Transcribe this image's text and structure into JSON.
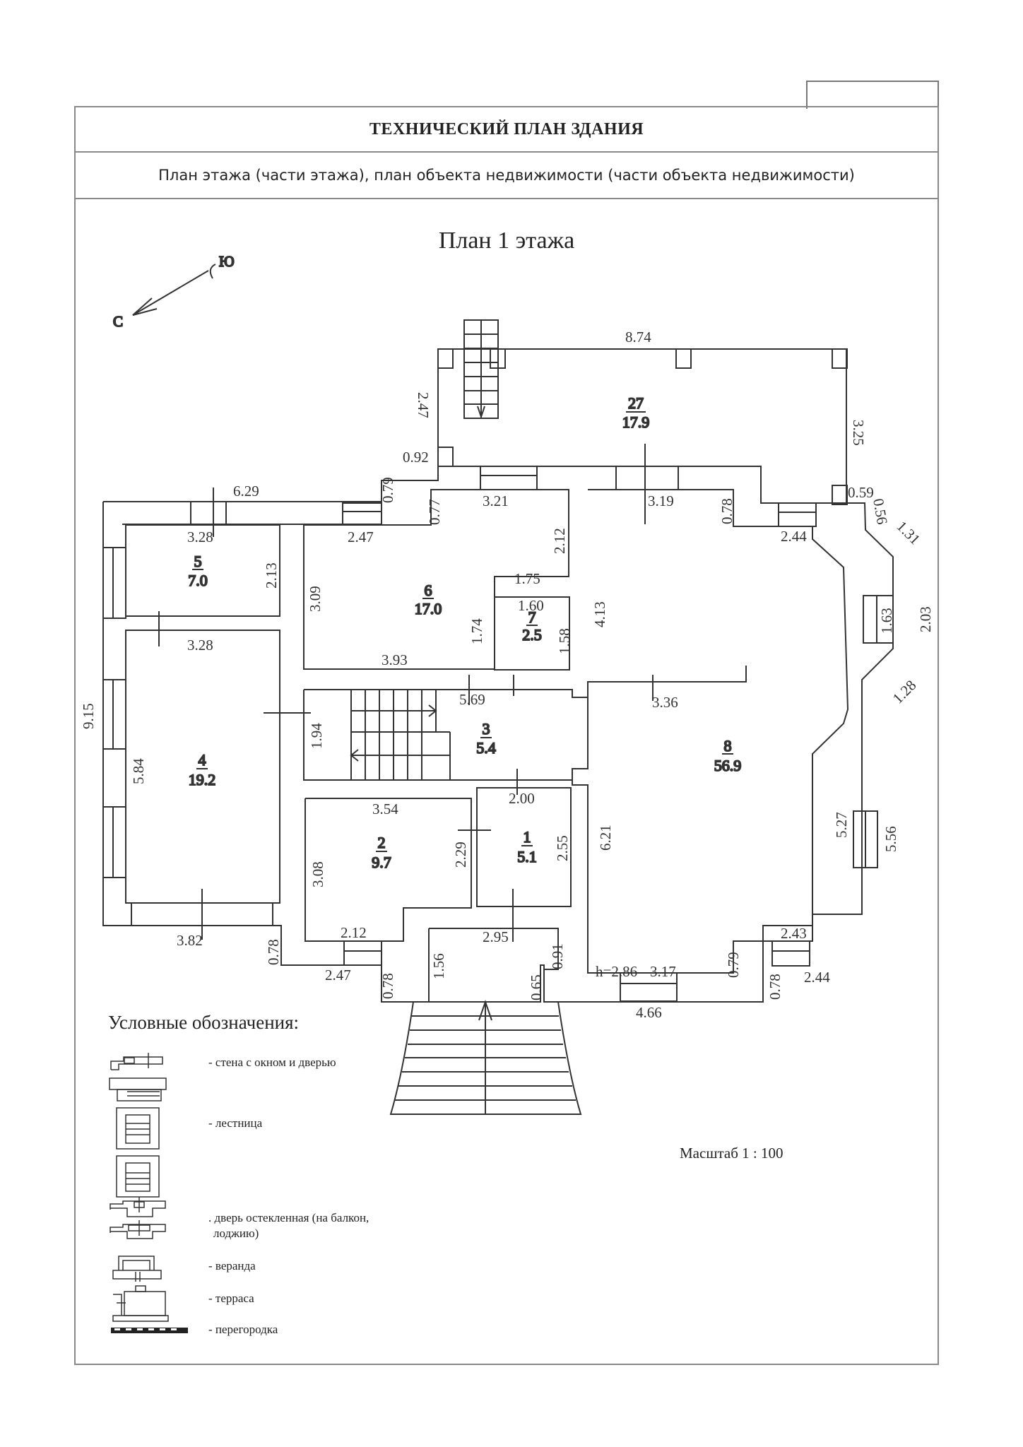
{
  "header": {
    "title": "ТЕХНИЧЕСКИЙ ПЛАН ЗДАНИЯ",
    "subtitle": "План этажа (части этажа), план объекта недвижимости (части объекта недвижимости)"
  },
  "plan": {
    "title": "План 1 этажа",
    "compass": {
      "north": "С",
      "south": "Ю"
    },
    "ceiling_height": "h=2.86",
    "scale": "Масштаб 1 : 100",
    "rooms": [
      {
        "number": "1",
        "area": "5.1"
      },
      {
        "number": "2",
        "area": "9.7"
      },
      {
        "number": "3",
        "area": "5.4"
      },
      {
        "number": "4",
        "area": "19.2"
      },
      {
        "number": "5",
        "area": "7.0"
      },
      {
        "number": "6",
        "area": "17.0"
      },
      {
        "number": "7",
        "area": "2.5"
      },
      {
        "number": "8",
        "area": "56.9"
      },
      {
        "number": "27",
        "area": "17.9"
      }
    ],
    "dimensions": {
      "d_8_74": "8.74",
      "d_2_47_top": "2.47",
      "d_3_25": "3.25",
      "d_0_92": "0.92",
      "d_0_79": "0.79",
      "d_0_77": "0.77",
      "d_3_21": "3.21",
      "d_3_19": "3.19",
      "d_0_78_a": "0.78",
      "d_2_44_a": "2.44",
      "d_0_59": "0.59",
      "d_0_56": "0.56",
      "d_1_31": "1.31",
      "d_1_63": "1.63",
      "d_2_03": "2.03",
      "d_1_28": "1.28",
      "d_6_29": "6.29",
      "d_3_28_a": "3.28",
      "d_2_13": "2.13",
      "d_2_47_b": "2.47",
      "d_2_12_a": "2.12",
      "d_3_09": "3.09",
      "d_1_75": "1.75",
      "d_1_60": "1.60",
      "d_1_58": "1.58",
      "d_1_74": "1.74",
      "d_4_13": "4.13",
      "d_3_93": "3.93",
      "d_3_28_b": "3.28",
      "d_5_69": "5.69",
      "d_3_36": "3.36",
      "d_9_15": "9.15",
      "d_1_94": "1.94",
      "d_5_84": "5.84",
      "d_2_00": "2.00",
      "d_3_54": "3.54",
      "d_2_29": "2.29",
      "d_2_55": "2.55",
      "d_6_21": "6.21",
      "d_3_08": "3.08",
      "d_5_27": "5.27",
      "d_5_56": "5.56",
      "d_3_82": "3.82",
      "d_0_78_b": "0.78",
      "d_2_12_b": "2.12",
      "d_2_95": "2.95",
      "d_0_91": "0.91",
      "d_2_47_c": "2.47",
      "d_0_78_c": "0.78",
      "d_1_56": "1.56",
      "d_0_65": "0.65",
      "d_3_17": "3.17",
      "d_0_79_b": "0.79",
      "d_2_43": "2.43",
      "d_0_78_d": "0.78",
      "d_2_44_b": "2.44",
      "d_4_66": "4.66"
    }
  },
  "legend": {
    "title": "Условные обозначения:",
    "items": [
      {
        "icon": "wall-window-door-icon",
        "label": "- стена с окном и дверью"
      },
      {
        "icon": "staircase-icon",
        "label": "- лестница"
      },
      {
        "icon": "glazed-door-icon",
        "label": ". дверь остекленная (на балкон,"
      },
      {
        "icon": "glazed-door-icon",
        "label": "лоджию)"
      },
      {
        "icon": "veranda-icon",
        "label": "- веранда"
      },
      {
        "icon": "terrace-icon",
        "label": "- терраса"
      },
      {
        "icon": "partition-icon",
        "label": "- перегородка"
      }
    ]
  }
}
